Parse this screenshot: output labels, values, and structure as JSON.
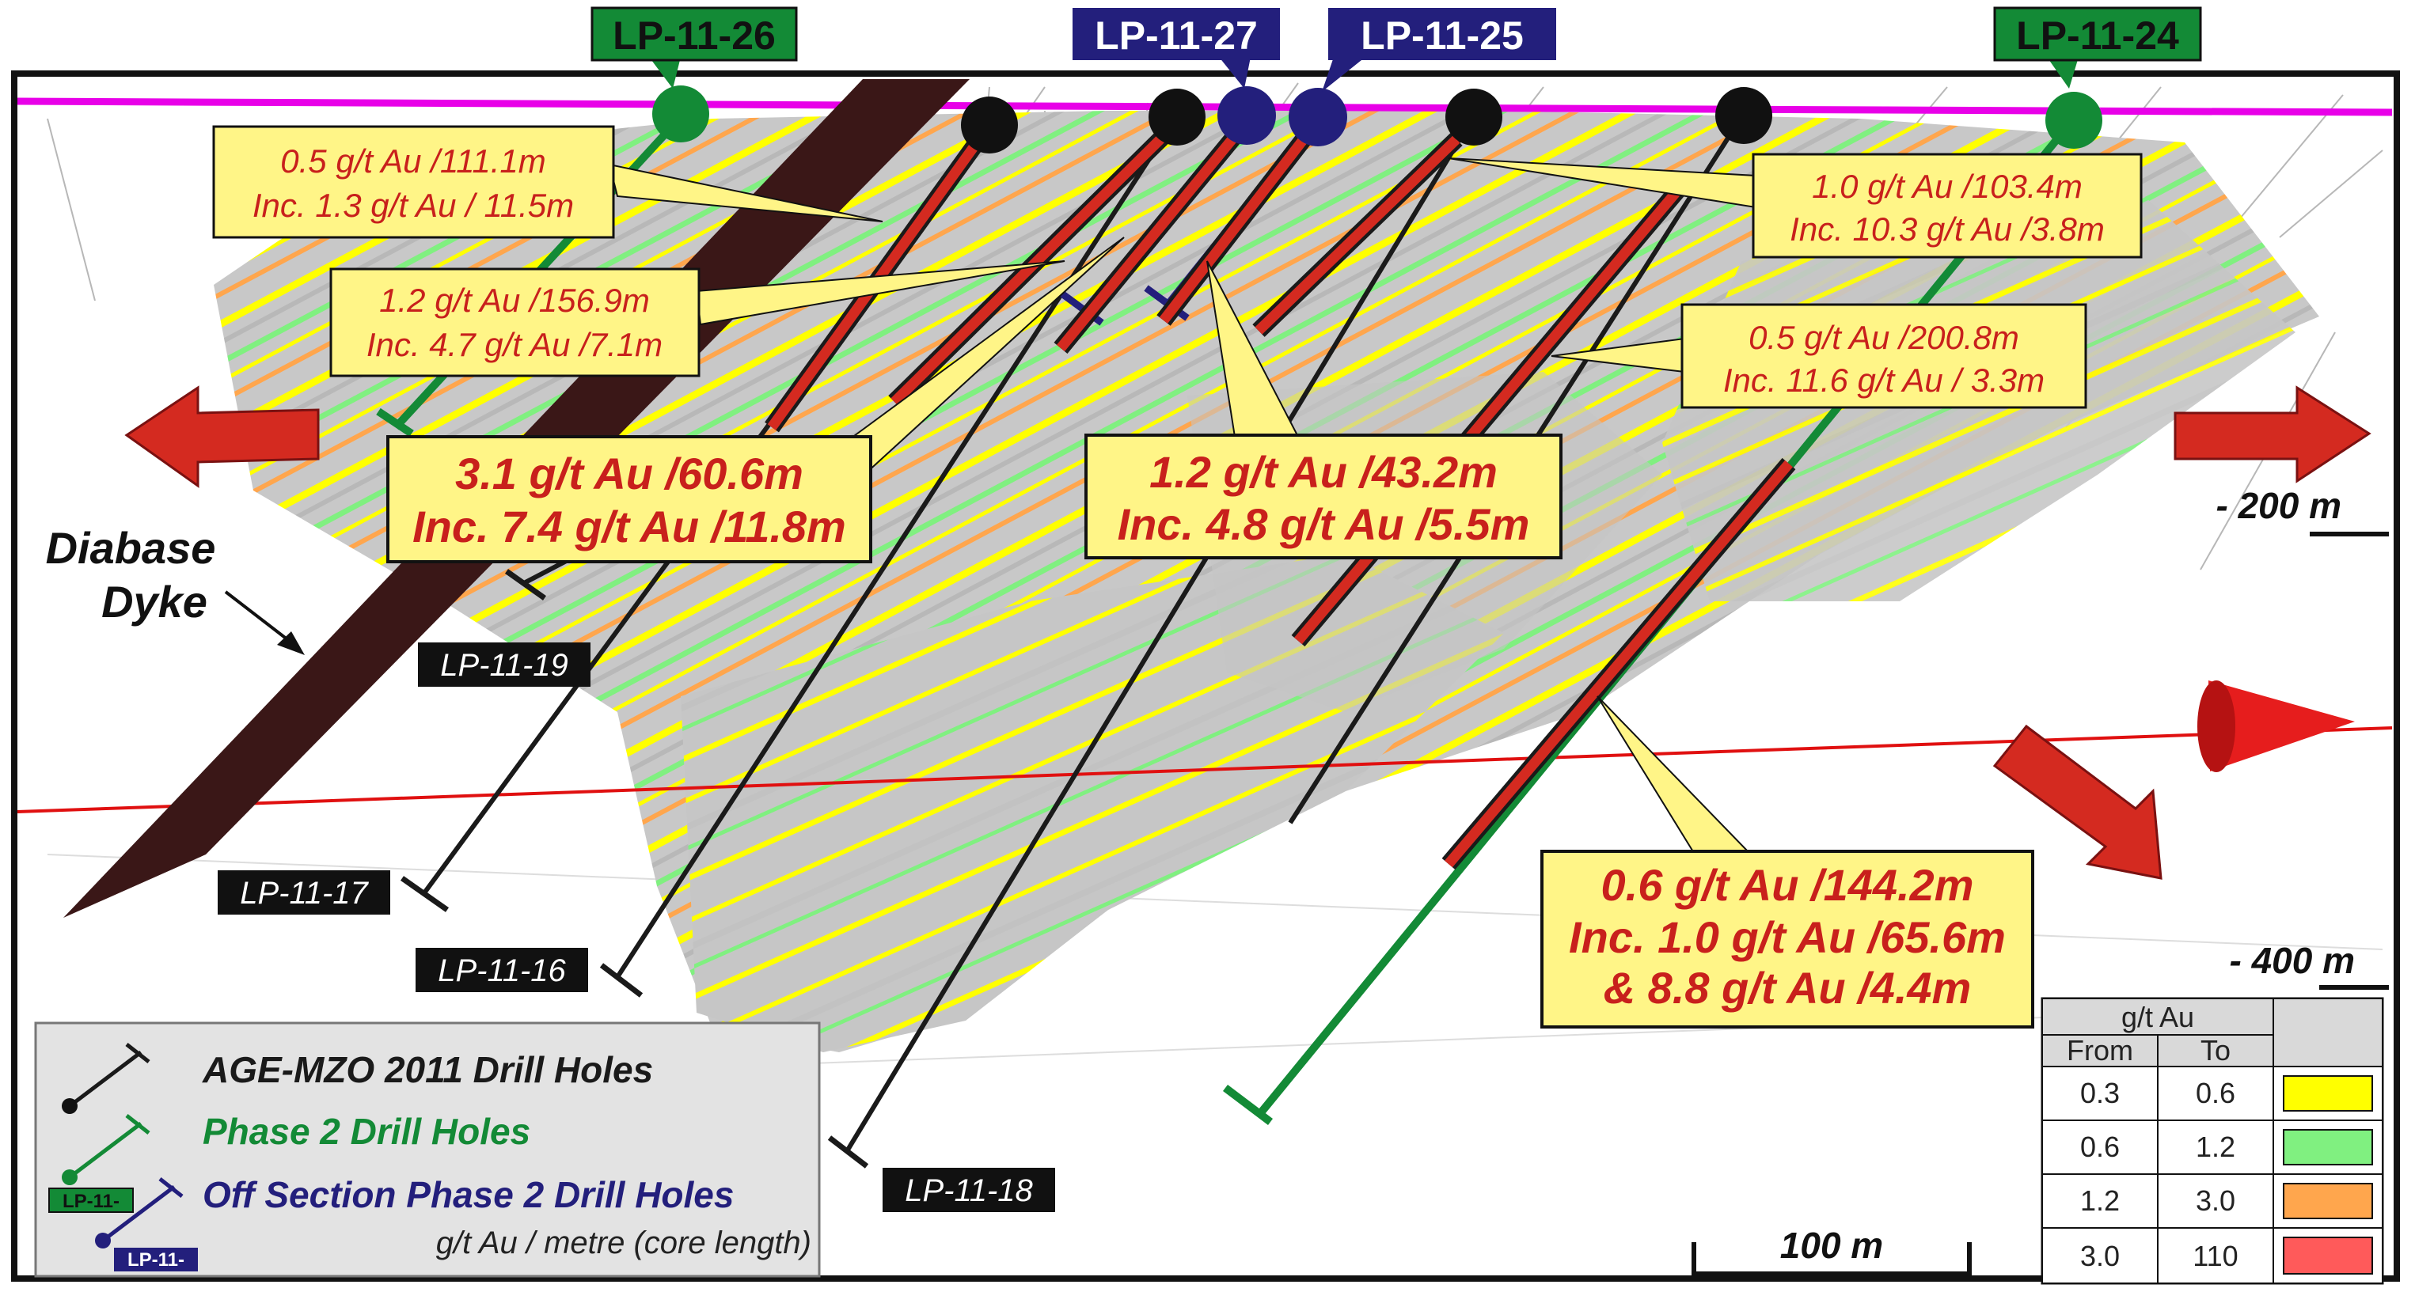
{
  "colors": {
    "age_hole": "#1a1a1a",
    "phase2_hole": "#138a36",
    "off_section": "#231f7c",
    "intercept": "#d42a20",
    "callout_fill": "#fff587",
    "dyke": "#3a1717",
    "block": "#c8c8c8",
    "frame_pink": "#e800e8"
  },
  "collar_labels": {
    "lp_11_26": "LP-11-26",
    "lp_11_27": "LP-11-27",
    "lp_11_25": "LP-11-25",
    "lp_11_24": "LP-11-24"
  },
  "hole_labels": {
    "lp_11_19": "LP-11-19",
    "lp_11_17": "LP-11-17",
    "lp_11_16": "LP-11-16",
    "lp_11_18": "LP-11-18"
  },
  "callouts": {
    "c1": {
      "line1": "0.5 g/t Au /111.1m",
      "line2": "Inc. 1.3 g/t Au / 11.5m"
    },
    "c2": {
      "line1": "1.2 g/t Au /156.9m",
      "line2": "Inc. 4.7 g/t Au /7.1m"
    },
    "c3": {
      "line1": "3.1 g/t Au /60.6m",
      "line2": "Inc. 7.4 g/t Au /11.8m"
    },
    "c4": {
      "line1": "1.2 g/t Au /43.2m",
      "line2": "Inc. 4.8 g/t Au /5.5m"
    },
    "c5": {
      "line1": "1.0 g/t Au /103.4m",
      "line2": "Inc. 10.3 g/t Au /3.8m"
    },
    "c6": {
      "line1": "0.5 g/t Au /200.8m",
      "line2": "Inc. 11.6 g/t Au / 3.3m"
    },
    "c7": {
      "line1": "0.6 g/t Au /144.2m",
      "line2": "Inc. 1.0 g/t Au /65.6m",
      "line3": "& 8.8 g/t Au /4.4m"
    }
  },
  "dyke_label": {
    "line1": "Diabase",
    "line2": "Dyke"
  },
  "depth_labels": {
    "d200": "- 200 m",
    "d400": "- 400 m"
  },
  "scale_bar": {
    "label": "100 m"
  },
  "legend": {
    "age": "AGE-MZO 2011 Drill Holes",
    "phase2": "Phase 2 Drill Holes",
    "off_section": "Off Section Phase 2 Drill Holes",
    "note": "g/t Au / metre (core length)",
    "badge_green": "LP-11-",
    "badge_blue": "LP-11-"
  },
  "grade_table": {
    "title": "g/t Au",
    "col_from": "From",
    "col_to": "To",
    "rows": [
      {
        "from": "0.3",
        "to": "0.6",
        "color": "#ffff00"
      },
      {
        "from": "0.6",
        "to": "1.2",
        "color": "#80f080"
      },
      {
        "from": "1.2",
        "to": "3.0",
        "color": "#ffa64d"
      },
      {
        "from": "3.0",
        "to": "110",
        "color": "#ff5a5a"
      }
    ]
  }
}
